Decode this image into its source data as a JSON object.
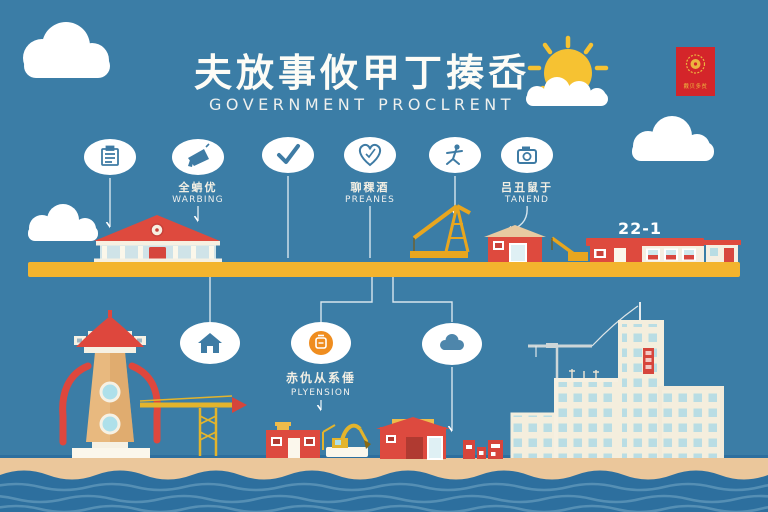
{
  "title": {
    "heading_zh": "夫放事攸甲丁揍岙",
    "heading_en": "GOVERNMENT PROCLRENT"
  },
  "seal": {
    "caption": "戴贝多贫",
    "emblem": "gold-emblem-icon"
  },
  "top_steps": [
    {
      "icon": "form-icon",
      "label_zh": "",
      "label_en": ""
    },
    {
      "icon": "megaphone-icon",
      "label_zh": "全蚺优",
      "label_en": "WARBING"
    },
    {
      "icon": "checkmark-icon",
      "label_zh": "",
      "label_en": ""
    },
    {
      "icon": "heart-icon",
      "label_zh": "聊稞酒",
      "label_en": "PREANES"
    },
    {
      "icon": "runner-icon",
      "label_zh": "",
      "label_en": ""
    },
    {
      "icon": "camera-icon",
      "label_zh": "吕丑鼠于",
      "label_en": "TANEND"
    }
  ],
  "bottom_steps": [
    {
      "icon": "house-icon",
      "label_zh": "",
      "label_en": ""
    },
    {
      "icon": "badge-icon",
      "label_zh": "赤仇从系倕",
      "label_en": "PLYENSION"
    },
    {
      "icon": "cloud-icon",
      "label_zh": "",
      "label_en": ""
    }
  ],
  "bar_scene": {
    "building_label": "22-1"
  },
  "colors": {
    "background": "#3b7da6",
    "bar_yellow": "#f3b42e",
    "brand_red": "#de4a3e",
    "seal_red": "#d4252a",
    "seal_gold": "#ecb43e",
    "sand": "#ebc79b",
    "sea": "#2d6f9e",
    "wave": "#5d95b9",
    "icon_blue": "#3e7ba4",
    "icon_orange": "#ef8d1f",
    "building_cream": "#f4eedd",
    "window_blue": "#b9dde4",
    "white": "#ffffff"
  }
}
